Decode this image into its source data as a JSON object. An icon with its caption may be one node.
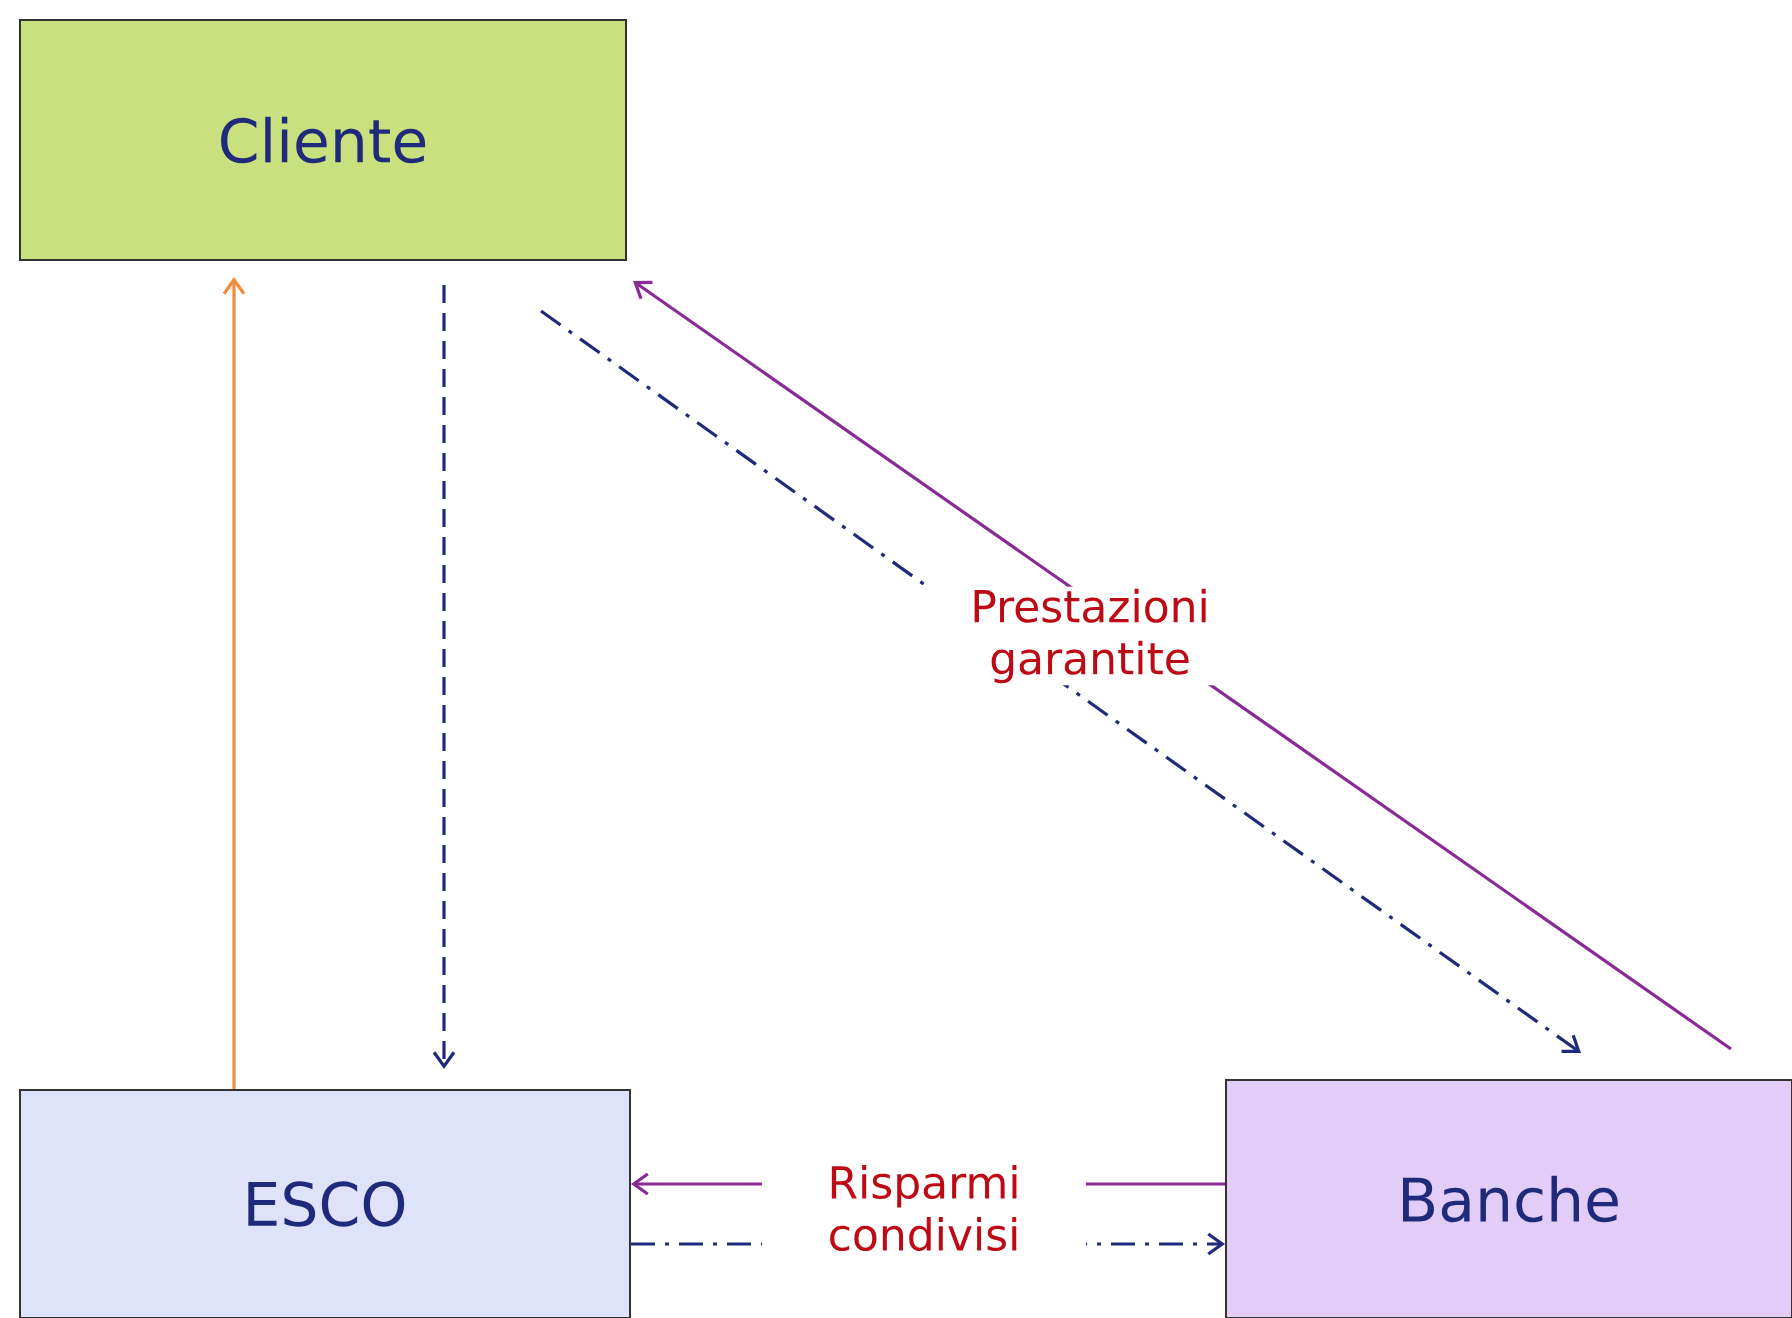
{
  "diagram": {
    "nodes": [
      {
        "text": [
          "Cliente"
        ]
      },
      {
        "text": [
          "ESCO"
        ]
      },
      {
        "text": [
          "Banche"
        ]
      }
    ],
    "edges": [
      {
        "from": 1,
        "to": 0,
        "arrow": "to",
        "color": "#f08a3c"
      },
      {
        "from": 0,
        "to": 1,
        "arrow": "to",
        "style": "dashed"
      },
      {
        "from": 0,
        "to": 2,
        "arrow": "to",
        "style": "dashed"
      },
      {
        "from": 2,
        "to": 0,
        "arrow": "to",
        "color": "#8a2a96",
        "label": "Prestazioni garantite"
      },
      {
        "from": 2,
        "to": 1,
        "arrow": "to",
        "color": "#8a2a96",
        "label": "Risparmi condivisi"
      },
      {
        "from": 1,
        "to": 2,
        "arrow": "to",
        "style": "dashed"
      }
    ]
  }
}
